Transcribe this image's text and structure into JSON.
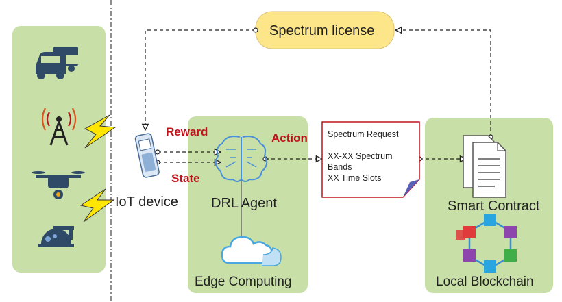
{
  "license": {
    "label": "Spectrum license"
  },
  "device": {
    "label": "IoT device"
  },
  "arrows": {
    "reward": "Reward",
    "state": "State",
    "action": "Action"
  },
  "agent": {
    "label": "DRL Agent"
  },
  "edge": {
    "label": "Edge Computing"
  },
  "request": {
    "title": "Spectrum Request",
    "line1": "XX-XX Spectrum",
    "line2": "Bands",
    "line3": "XX Time Slots"
  },
  "contract": {
    "label": "Smart Contract"
  },
  "blockchain": {
    "label": "Local Blockchain"
  },
  "icons": [
    "vehicles-icon",
    "cell-tower-icon",
    "drone-icon",
    "camera-icon",
    "lightning-icon",
    "phone-icon",
    "brain-icon",
    "cloud-icon",
    "document-icon",
    "blockchain-cubes-icon"
  ],
  "colors": {
    "panel_green": "#c8dfa8",
    "license_yellow": "#fde68a",
    "label_red": "#c0141c",
    "icon_navy": "#2f4a67",
    "agent_blue": "#4a90d9"
  }
}
